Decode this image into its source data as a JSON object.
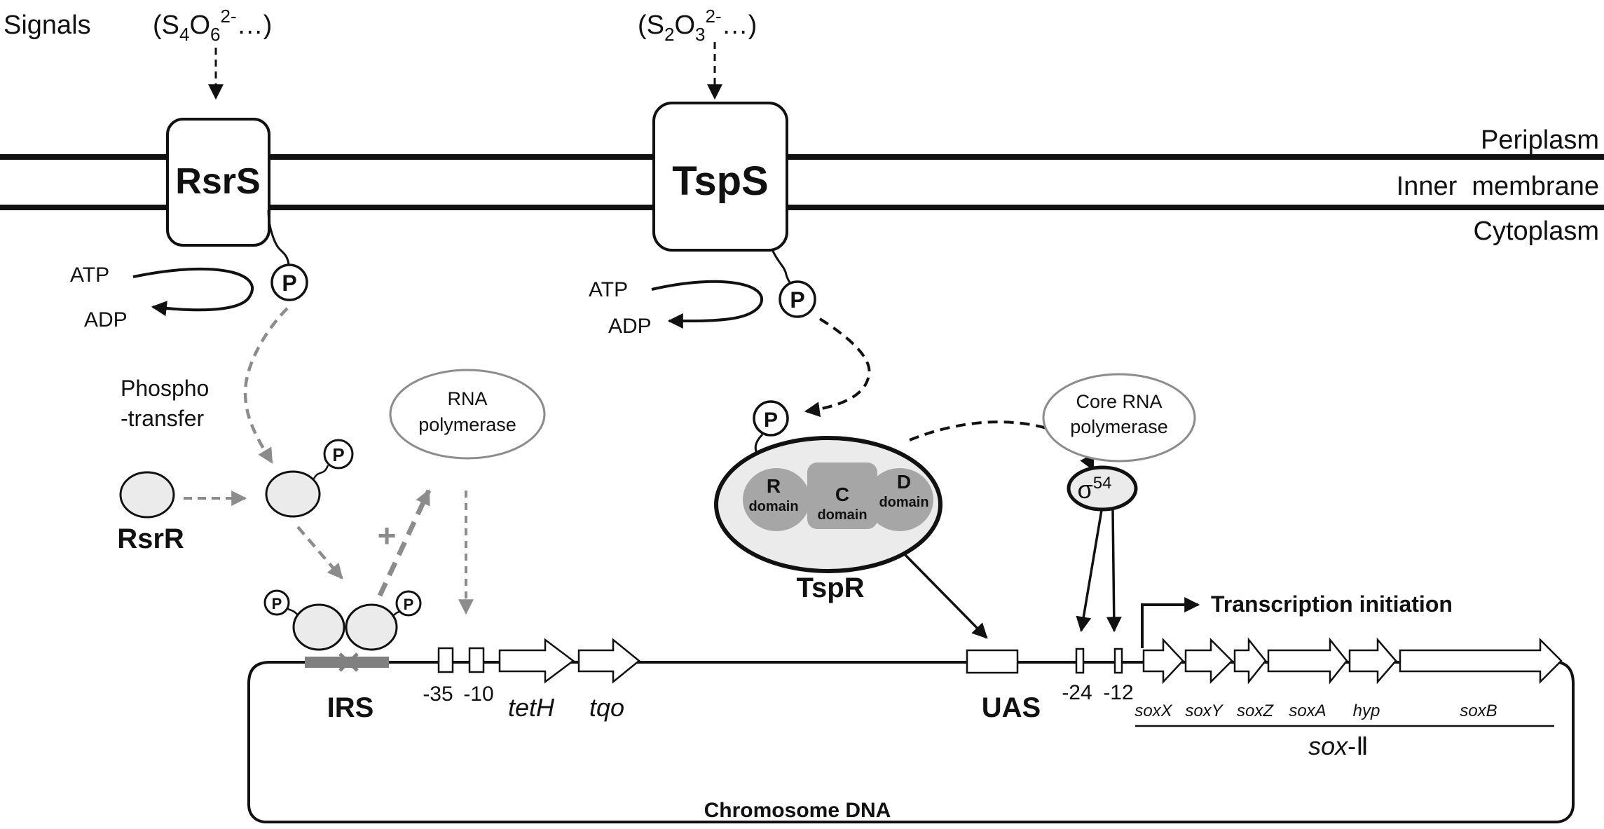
{
  "signals": {
    "label": "Signals",
    "left": {
      "open": "(S",
      "s1": "4",
      "mid": "O",
      "s2": "6",
      "sup": "2-",
      "tail": "…)"
    },
    "right": {
      "open": "(S",
      "s1": "2",
      "mid": "O",
      "s2": "3",
      "sup": "2-",
      "tail": "…)"
    }
  },
  "compartments": {
    "periplasm": "Periplasm",
    "inner_membrane": "Inner  membrane",
    "cytoplasm": "Cytoplasm"
  },
  "proteins": {
    "rsrs": "RsrS",
    "tsps": "TspS",
    "rsrr": "RsrR",
    "tspr": "TspR",
    "sigma": "σ",
    "sigma_sup": "54"
  },
  "energy": {
    "atp": "ATP",
    "adp": "ADP"
  },
  "phospho": "P",
  "phosphotransfer": {
    "line1": "Phospho",
    "line2": "-transfer"
  },
  "plus": "+",
  "rna_polymerase": {
    "line1": "RNA",
    "line2": "polymerase"
  },
  "core_rna_polymerase": {
    "line1": "Core RNA",
    "line2": "polymerase"
  },
  "tspr_domains": {
    "r": "R",
    "c": "C",
    "d": "D",
    "word": "domain"
  },
  "dna": {
    "irs": "IRS",
    "minus35": "-35",
    "minus10": "-10",
    "teth": "tetH",
    "tqo": "tqo",
    "uas": "UAS",
    "minus24": "-24",
    "minus12": "-12",
    "chromosome": "Chromosome DNA",
    "transcription": "Transcription initiation"
  },
  "sox_genes": {
    "soxX": "soxX",
    "soxY": "soxY",
    "soxZ": "soxZ",
    "soxA": "soxA",
    "hyp": "hyp",
    "soxB": "soxB",
    "cluster_italic": "sox",
    "cluster_rest": "-Ⅱ"
  },
  "colors": {
    "black": "#111111",
    "gray_arrow": "#8c8c8c",
    "light_fill": "#ebebeb",
    "domain_fill": "#a6a6a6",
    "irs_bar": "#808080"
  }
}
